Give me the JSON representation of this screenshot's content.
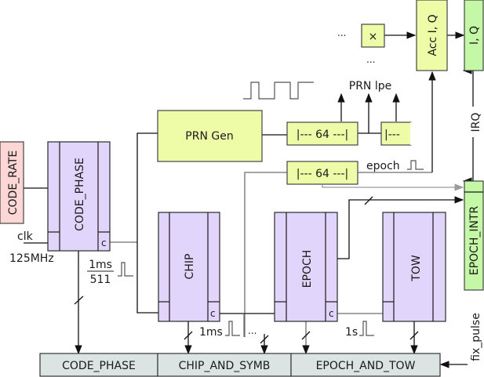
{
  "diagram": {
    "registers": {
      "code_rate": "CODE_RATE",
      "code_phase": "CODE_PHASE",
      "chip": "CHIP",
      "epoch": "EPOCH",
      "tow": "TOW",
      "epoch_intr": "EPOCH_INTR",
      "iq": "I, Q",
      "acc_iq": "Acc I, Q"
    },
    "clock_port_label": "c",
    "blocks": {
      "prn_gen": "PRN Gen",
      "shift_64_a": "|--- 64 ---|",
      "shift_64_b": "|--- 64 ---|",
      "shift_partial": "|---",
      "multiplier": "×"
    },
    "labels": {
      "clk": "clk",
      "clk_freq": "125MHz",
      "div_numerator": "1ms",
      "div_denominator": "511",
      "prn_lpe": "PRN lpe",
      "epoch": "epoch",
      "irq": "IRQ",
      "ms_1": "1ms",
      "s_1": "1s",
      "fix_pulse": "fix_pulse",
      "ellipsis_top": "...",
      "ellipsis_mid": "...",
      "ellipsis_bottom": "..."
    },
    "bus": {
      "fields": [
        "CODE_PHASE",
        "CHIP_AND_SYMB",
        "EPOCH_AND_TOW"
      ]
    },
    "colors": {
      "register": "#e2d5fb",
      "logic": "#eefca8",
      "output": "#c5f8a6",
      "input": "#fdd6d6",
      "bus": "#dbe4e3"
    }
  }
}
